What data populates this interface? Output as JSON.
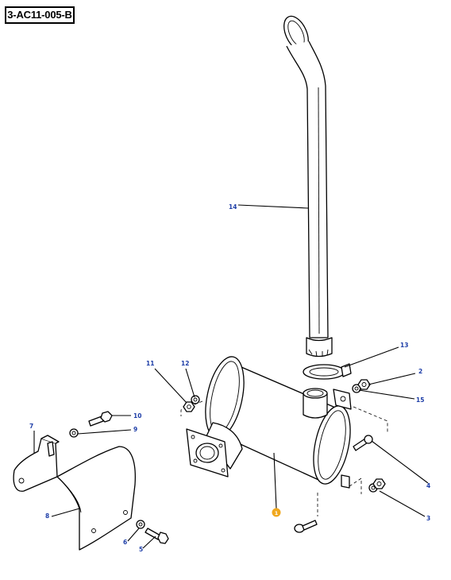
{
  "drawing": {
    "reference": "3-AC11-005-B"
  },
  "callouts": [
    {
      "id": "c1",
      "label": "1",
      "highlighted": true
    },
    {
      "id": "c2",
      "label": "2"
    },
    {
      "id": "c3",
      "label": "3"
    },
    {
      "id": "c4",
      "label": "4"
    },
    {
      "id": "c5",
      "label": "5"
    },
    {
      "id": "c6",
      "label": "6"
    },
    {
      "id": "c7",
      "label": "7"
    },
    {
      "id": "c8",
      "label": "8"
    },
    {
      "id": "c9",
      "label": "9"
    },
    {
      "id": "c10",
      "label": "10"
    },
    {
      "id": "c11",
      "label": "11"
    },
    {
      "id": "c12",
      "label": "12"
    },
    {
      "id": "c13",
      "label": "13"
    },
    {
      "id": "c14",
      "label": "14"
    },
    {
      "id": "c15",
      "label": "15"
    }
  ],
  "colors": {
    "callout_text": "#1f3fa8",
    "highlight": "#f0a81e",
    "line": "#000000"
  }
}
